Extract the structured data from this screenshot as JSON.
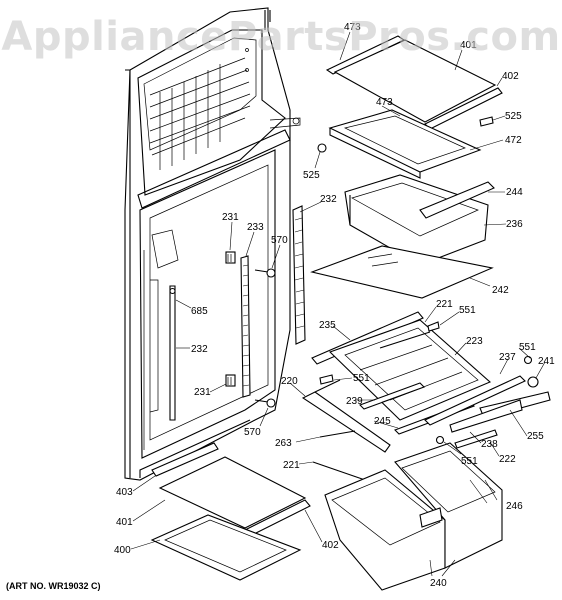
{
  "watermark": "AppliancePartsPros.com",
  "art_number": "(ART NO. WR19032 C)",
  "callouts": [
    {
      "id": "c473a",
      "text": "473"
    },
    {
      "id": "c401a",
      "text": "401"
    },
    {
      "id": "c402a",
      "text": "402"
    },
    {
      "id": "c473b",
      "text": "473"
    },
    {
      "id": "c525a",
      "text": "525"
    },
    {
      "id": "c472",
      "text": "472"
    },
    {
      "id": "c525b",
      "text": "525"
    },
    {
      "id": "c244",
      "text": "244"
    },
    {
      "id": "c231a",
      "text": "231"
    },
    {
      "id": "c233",
      "text": "233"
    },
    {
      "id": "c232a",
      "text": "232"
    },
    {
      "id": "c236",
      "text": "236"
    },
    {
      "id": "c570a",
      "text": "570"
    },
    {
      "id": "c242",
      "text": "242"
    },
    {
      "id": "c685",
      "text": "685"
    },
    {
      "id": "c221a",
      "text": "221"
    },
    {
      "id": "c551a",
      "text": "551"
    },
    {
      "id": "c235",
      "text": "235"
    },
    {
      "id": "c223",
      "text": "223"
    },
    {
      "id": "c232b",
      "text": "232"
    },
    {
      "id": "c551b",
      "text": "551"
    },
    {
      "id": "c237",
      "text": "237"
    },
    {
      "id": "c241",
      "text": "241"
    },
    {
      "id": "c551c",
      "text": "551"
    },
    {
      "id": "c220",
      "text": "220"
    },
    {
      "id": "c231b",
      "text": "231"
    },
    {
      "id": "c239",
      "text": "239"
    },
    {
      "id": "c570b",
      "text": "570"
    },
    {
      "id": "c245",
      "text": "245"
    },
    {
      "id": "c255",
      "text": "255"
    },
    {
      "id": "c263",
      "text": "263"
    },
    {
      "id": "c238",
      "text": "238"
    },
    {
      "id": "c551d",
      "text": "551"
    },
    {
      "id": "c222",
      "text": "222"
    },
    {
      "id": "c221b",
      "text": "221"
    },
    {
      "id": "c403",
      "text": "403"
    },
    {
      "id": "c246",
      "text": "246"
    },
    {
      "id": "c401b",
      "text": "401"
    },
    {
      "id": "c402b",
      "text": "402"
    },
    {
      "id": "c400",
      "text": "400"
    },
    {
      "id": "c240",
      "text": "240"
    }
  ]
}
